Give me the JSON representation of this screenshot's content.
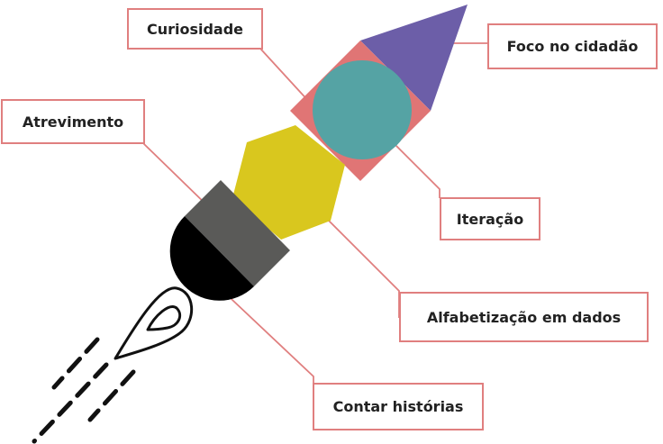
{
  "diagram": {
    "colors": {
      "leader_line": "#e07f7f",
      "label_border": "#e07f7f",
      "nose_cone": "#6c5ea8",
      "diamond": "#e07575",
      "circle": "#55a3a4",
      "hexagon": "#d9c71e",
      "body_block": "#5a5a58",
      "base_dome": "#000000",
      "flame_outline": "#111111"
    },
    "labels": {
      "curiosidade": "Curiosidade",
      "foco_no_cidadao": "Foco no cidadão",
      "atrevimento": "Atrevimento",
      "iteracao": "Iteração",
      "alfabetizacao_em_dados": "Alfabetização em dados",
      "contar_historias": "Contar histórias"
    }
  }
}
